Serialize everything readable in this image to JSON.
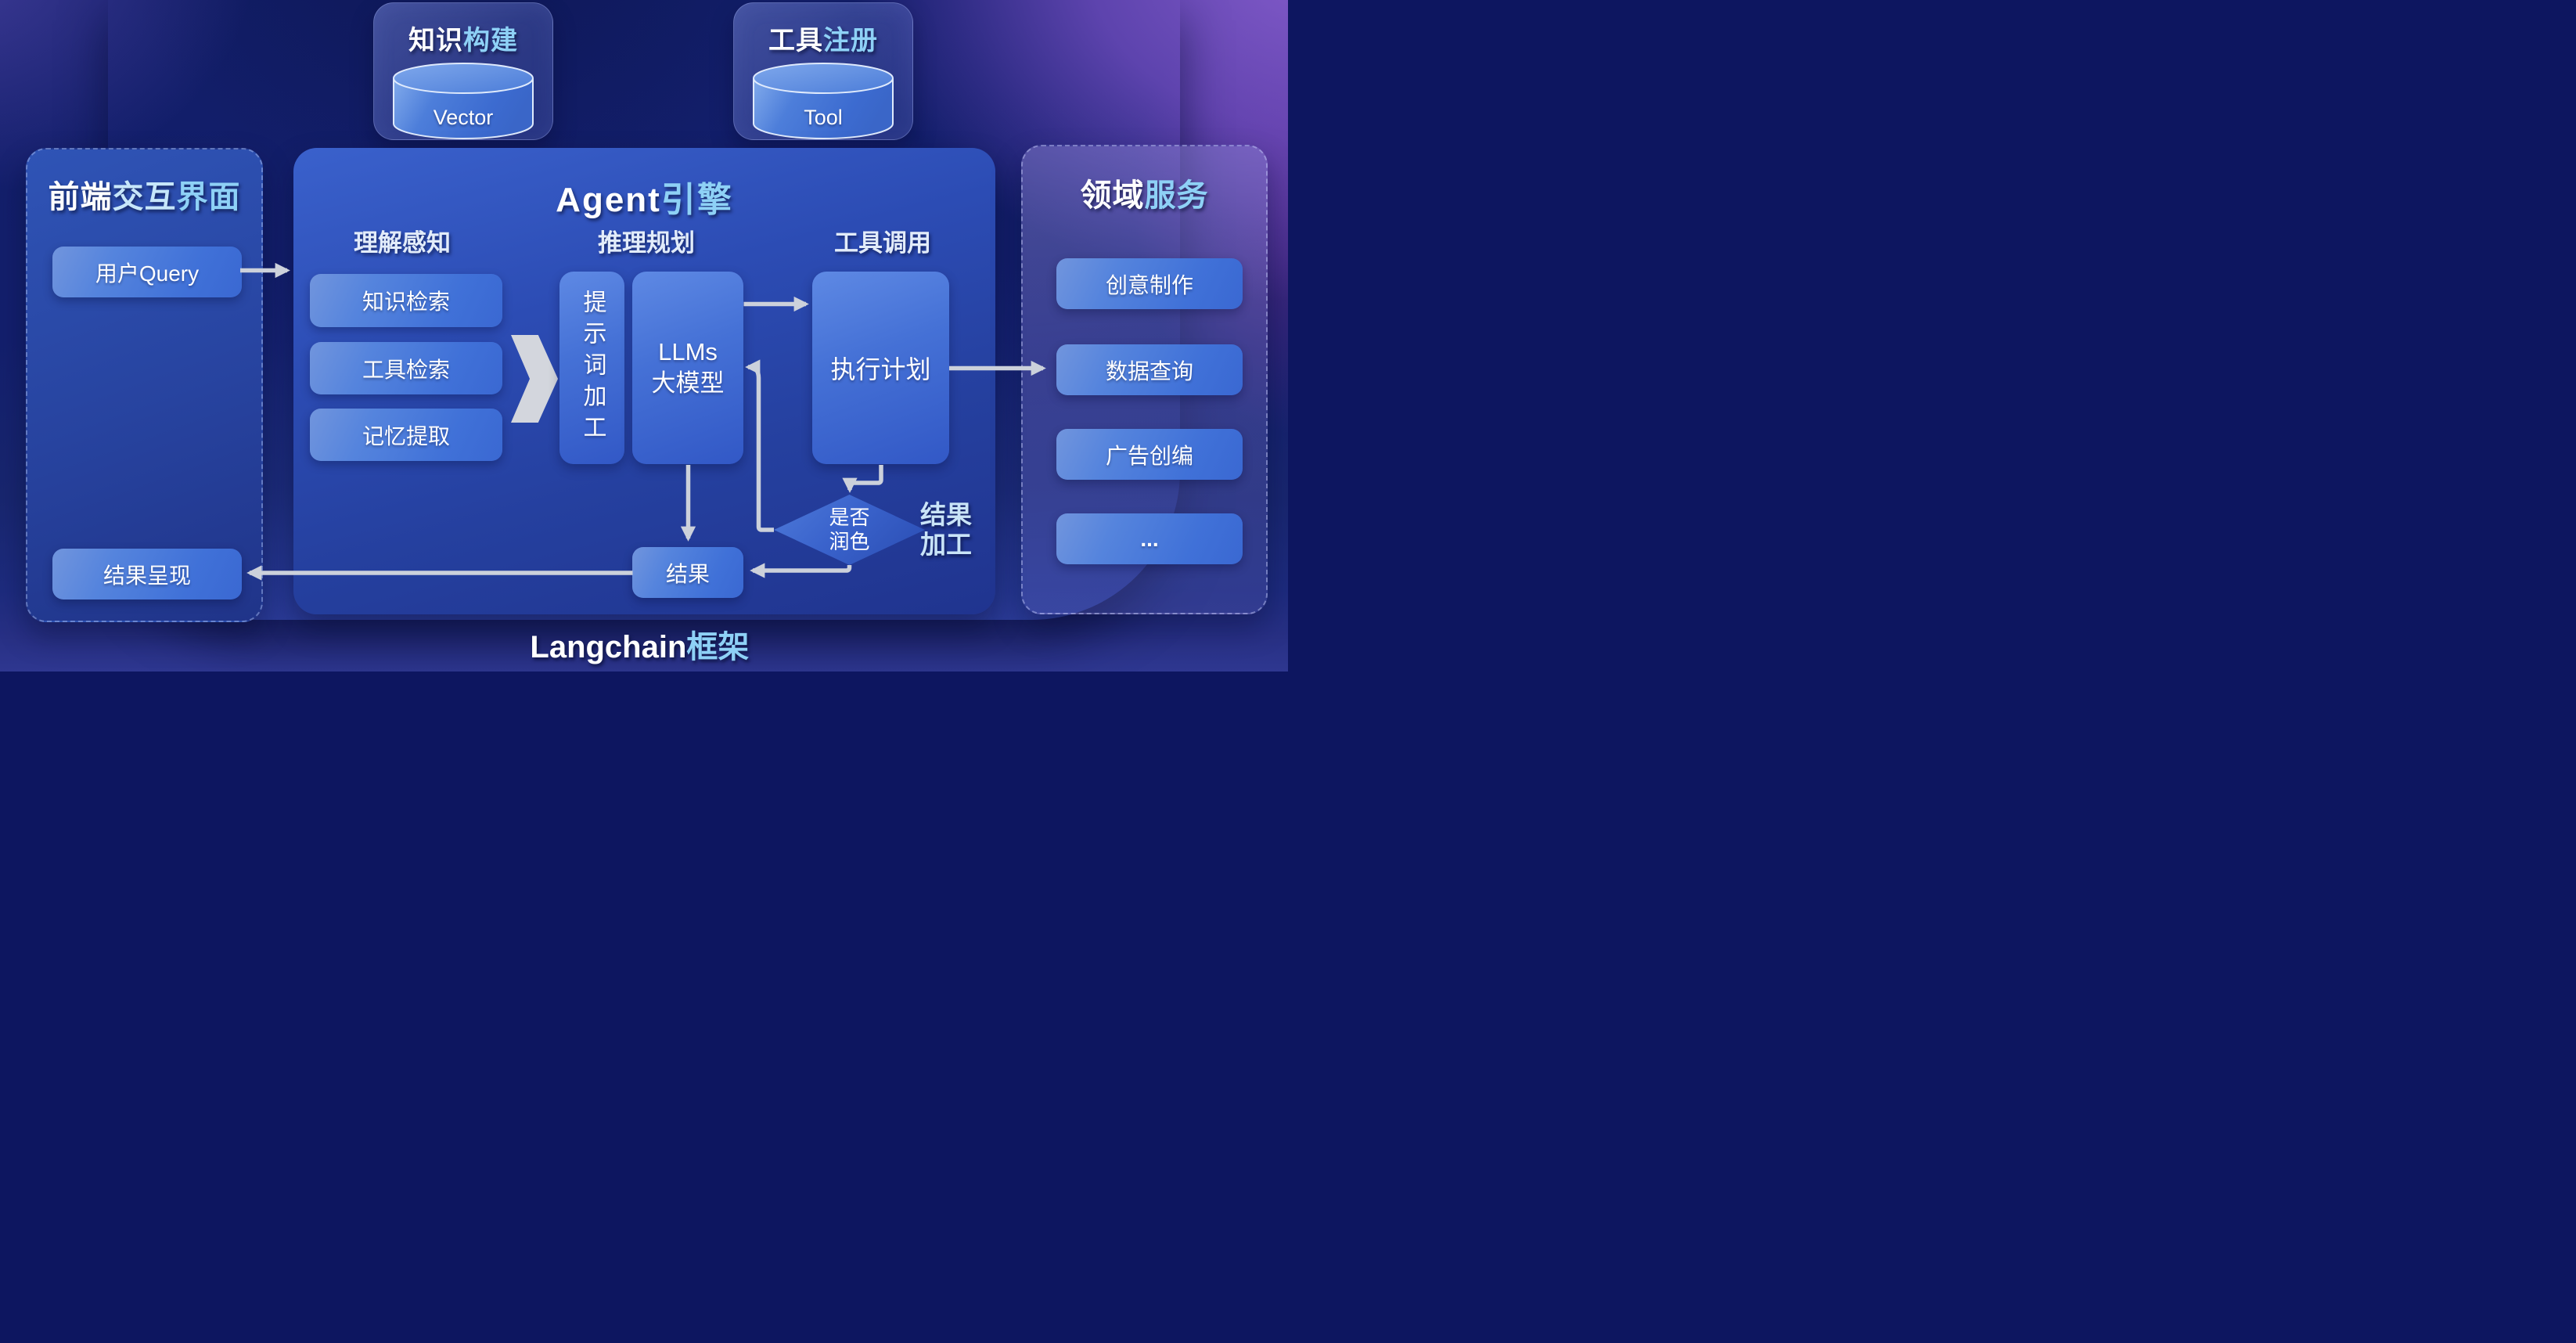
{
  "top_modules": [
    {
      "title_white": "知识",
      "title_blue": "构建",
      "db_label": "Vector"
    },
    {
      "title_white": "工具",
      "title_blue": "注册",
      "db_label": "Tool"
    }
  ],
  "frontend_panel": {
    "title_white": "前端",
    "title_mid": "交互",
    "title_blue": "界面",
    "query_button": "用户Query",
    "result_button": "结果呈现"
  },
  "agent_panel": {
    "title_white": "Agent",
    "title_blue": "引擎",
    "col_perception": "理解感知",
    "col_reasoning": "推理规划",
    "col_tooluse": "工具调用",
    "perception_items": [
      "知识检索",
      "工具检索",
      "记忆提取"
    ],
    "prompt_box": "提示词加工",
    "llm_line1": "LLMs",
    "llm_line2": "大模型",
    "plan_box": "执行计划",
    "decision_line1": "是否",
    "decision_line2": "润色",
    "result_tag_line1": "结果",
    "result_tag_line2": "加工",
    "result_box": "结果"
  },
  "domain_panel": {
    "title_white": "领域",
    "title_blue": "服务",
    "services": [
      "创意制作",
      "数据查询",
      "广告创编",
      "..."
    ]
  },
  "footer": {
    "label_white": "Langchain",
    "label_blue": "框架"
  },
  "colors": {
    "background_navy": "#131f6d",
    "corner_purple": "#8a5fd0",
    "panel_blue": "#2c4cb4",
    "node_blue_start": "#5e89e4",
    "node_blue_end": "#3258c6",
    "accent_text_blue": "#8ed1f6",
    "arrow_gray": "#ccd1db"
  }
}
